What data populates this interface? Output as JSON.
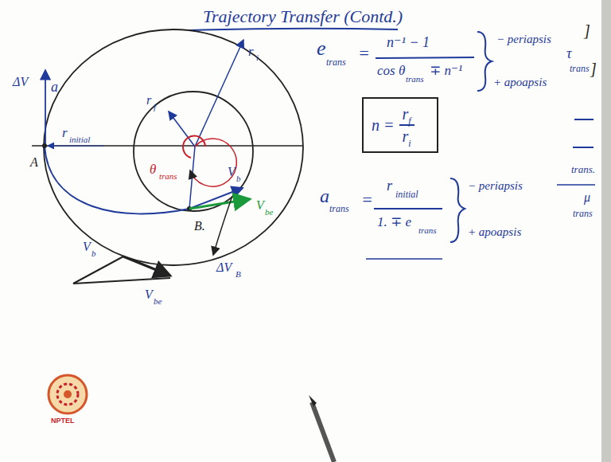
{
  "diagram": {
    "title": "Trajectory Transfer (Contd.)",
    "nodes": [
      {
        "text": [
          "n =",
          "r",
          "f",
          "r",
          "i"
        ]
      }
    ],
    "labels": [
      "ΔV",
      "a",
      "A",
      "r",
      "initial",
      "r",
      "i",
      "r",
      "f",
      "θ",
      "trans",
      "V",
      "b",
      "V",
      "be",
      "B.",
      "ΔV",
      "B",
      "V",
      "b",
      "V",
      "be",
      "e",
      "trans",
      "=",
      "n⁻¹ − 1",
      "cos θ",
      "trans",
      "∓ n⁻¹",
      "− periapsis",
      "+ apoapsis",
      "a",
      "trans",
      "=",
      "r",
      "initial",
      "1. ∓ e",
      "trans",
      "− periapsis",
      "+ apoapsis",
      "]",
      "τ",
      "trans",
      "]",
      "trans.",
      "μ",
      "trans",
      "NPTEL"
    ]
  }
}
